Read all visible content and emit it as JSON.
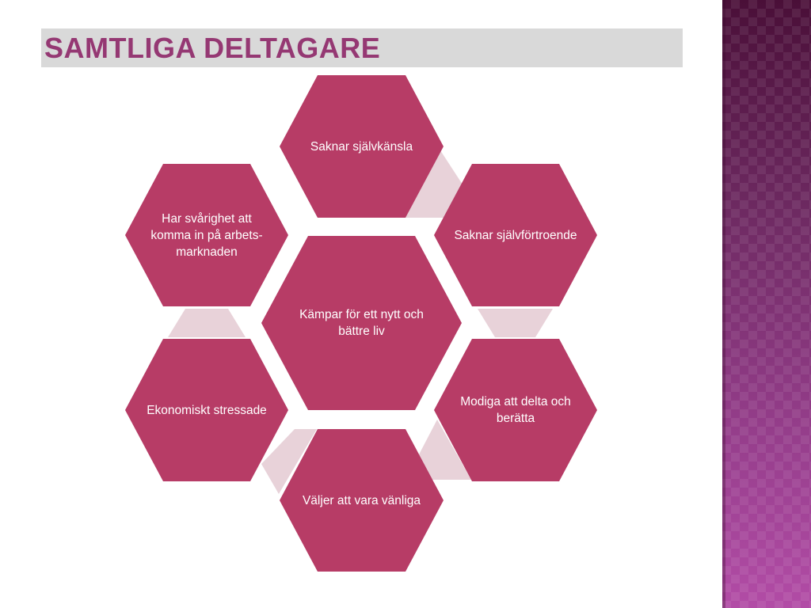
{
  "slide": {
    "title": "SAMTLIGA DELTAGARE"
  },
  "diagram": {
    "center": {
      "label": "Kämpar för ett nytt och bättre liv"
    },
    "outer": [
      {
        "label": "Saknar självkänsla"
      },
      {
        "label": "Saknar självförtroende"
      },
      {
        "label": "Modiga att delta och berätta"
      },
      {
        "label": "Väljer att vara vänliga"
      },
      {
        "label": "Ekonomiskt stressade"
      },
      {
        "label": "Har svårighet att komma in på arbets-marknaden"
      }
    ]
  },
  "colors": {
    "hexagon_fill": "#b73c66",
    "connector_fill": "#e8d2d9",
    "title_color": "#953873",
    "title_bar": "#d9d9d9",
    "side_band": "#6e2a62"
  }
}
